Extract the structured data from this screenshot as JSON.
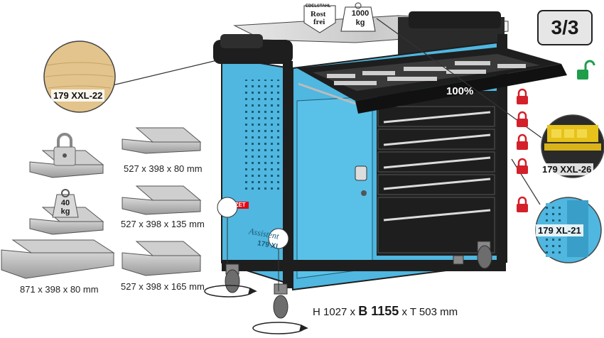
{
  "page_indicator": "3/3",
  "top_badges": {
    "stainless_small": "EDELSTAHL",
    "stainless_line1": "Rost",
    "stainless_line2": "frei",
    "load_value": "1000",
    "load_unit": "kg"
  },
  "callouts": {
    "top_mat": "179 XXL-22",
    "drawer_insert": "179 XXL-26",
    "side_panel": "179 XL-21"
  },
  "drawer_extension": "100%",
  "brand": "HAZET",
  "model_script": "Assistent",
  "model_number": "179 XL",
  "drawer_load": {
    "value": "40",
    "unit": "kg"
  },
  "drawer_sizes": [
    "527 x 398 x 80 mm",
    "527 x 398 x 135 mm",
    "871 x 398 x 80 mm",
    "527 x 398 x 165 mm"
  ],
  "overall_dimensions": {
    "height_part": "H 1027 x ",
    "width_part": "B 1155",
    "depth_part": " x T 503 mm"
  },
  "colors": {
    "cabinet_blue": "#4fb7e0",
    "dark_frame": "#1e1e1e",
    "lock_red": "#d3202a",
    "unlock_green": "#1e9e4a",
    "wood": "#e2c48c"
  }
}
